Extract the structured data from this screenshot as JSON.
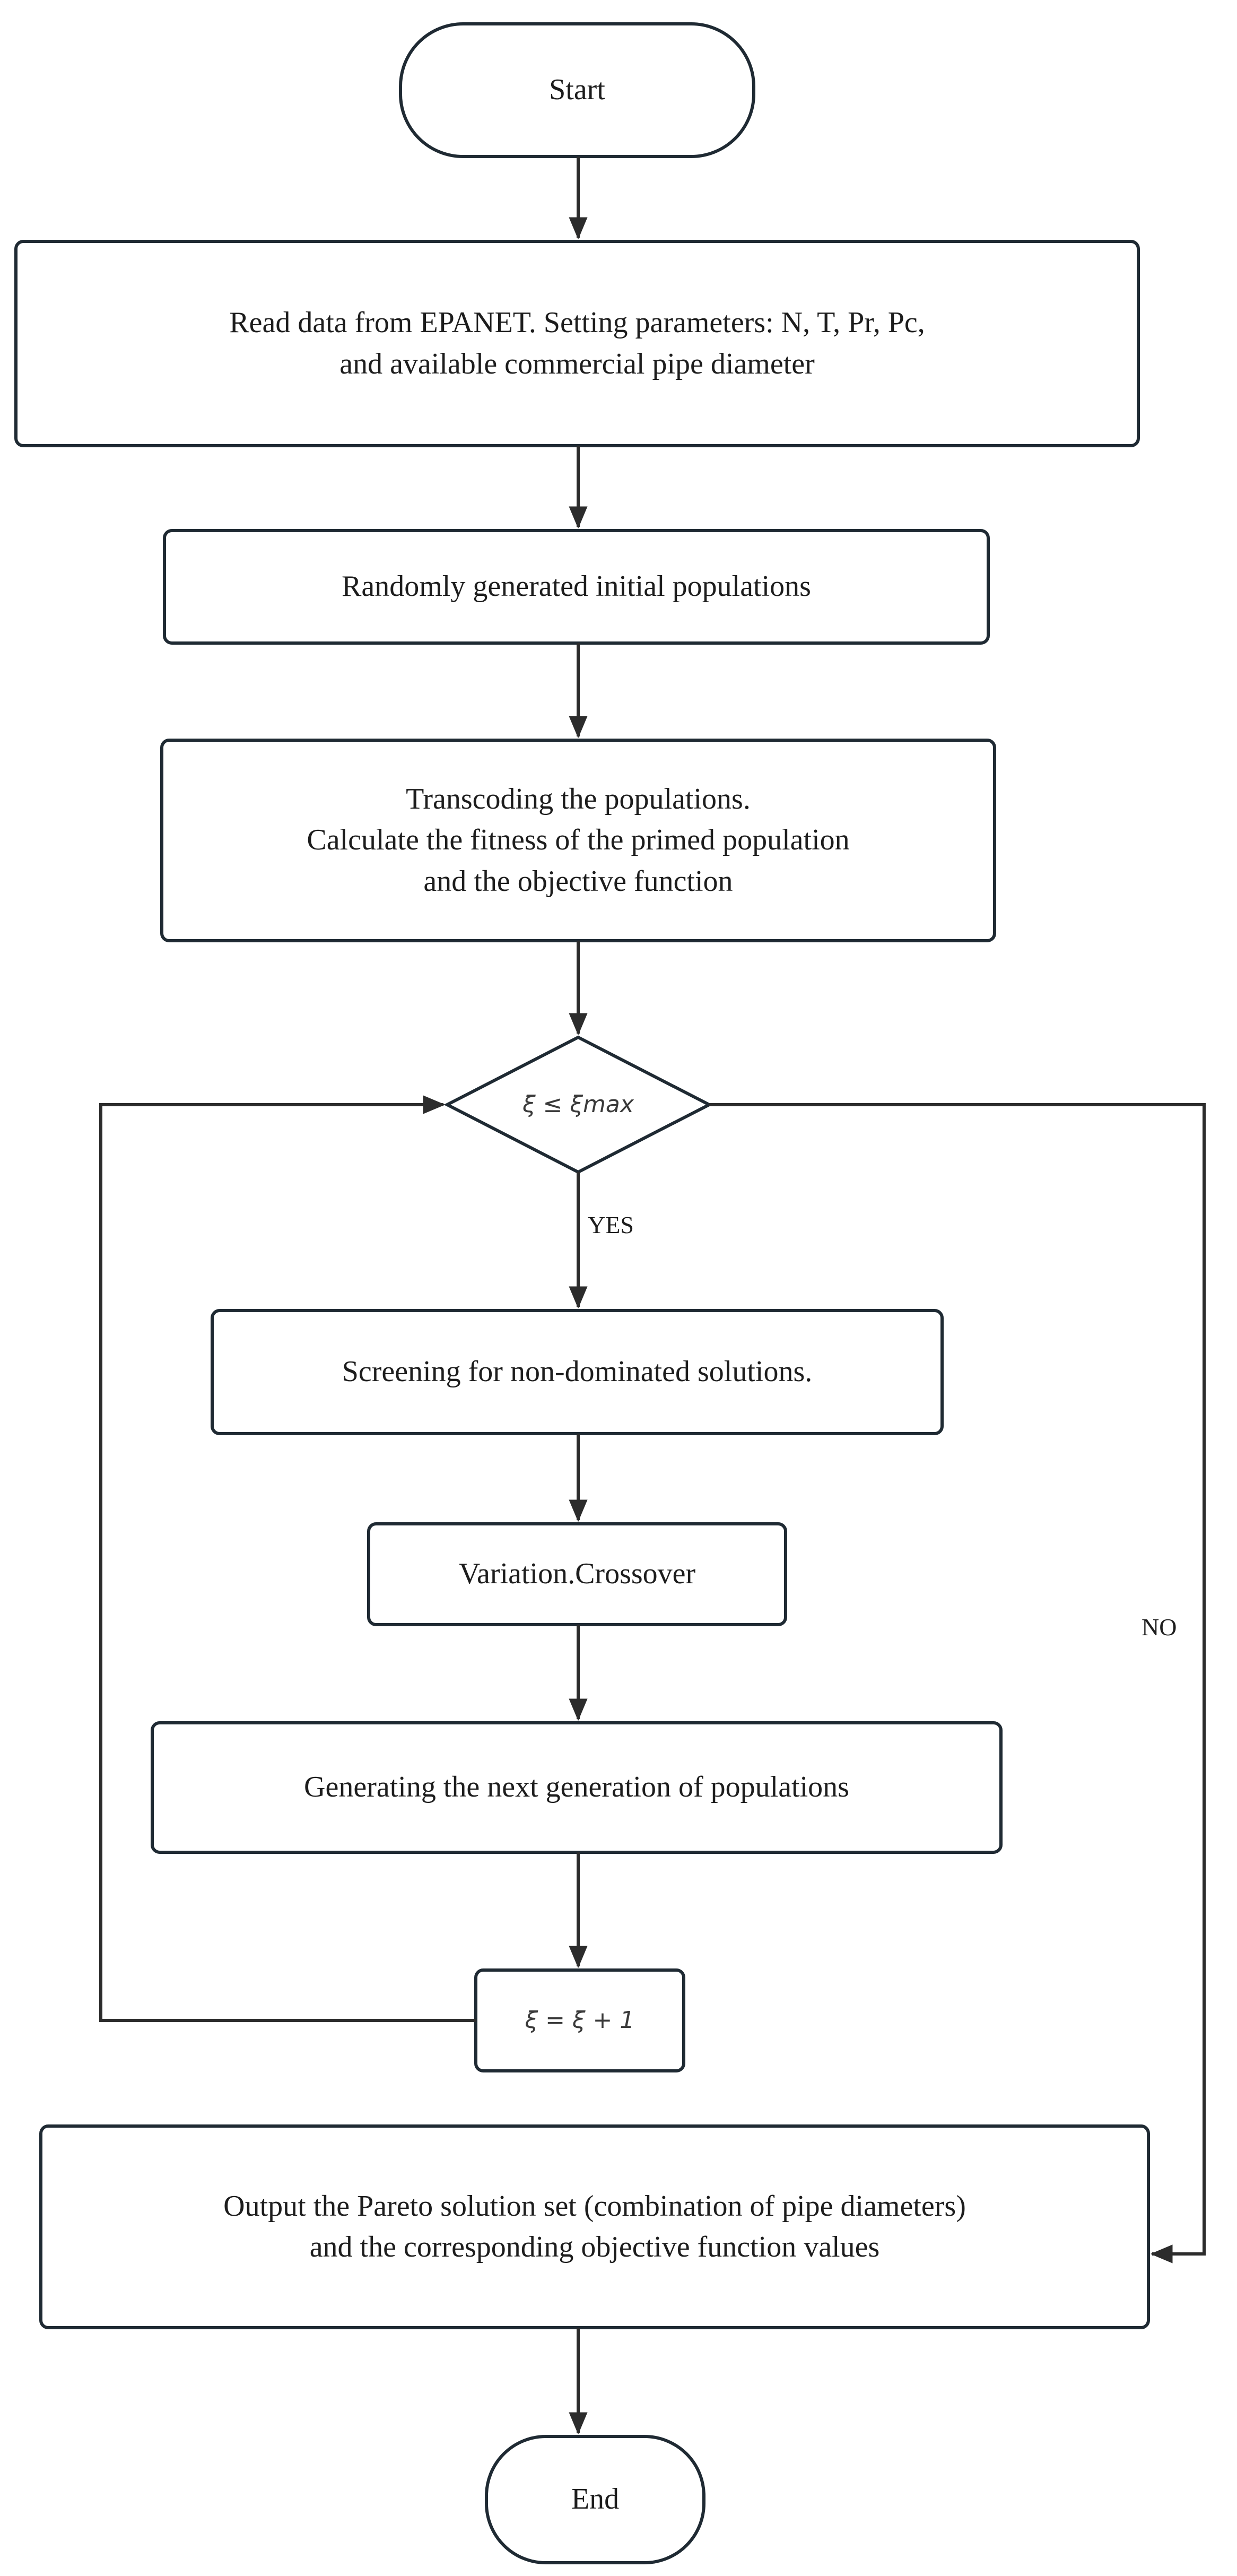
{
  "diagram": {
    "title": "Multi-objective genetic algorithm flowchart",
    "stroke_color": "#1f2a33",
    "background_color": "#ffffff",
    "text_color": "#1d1d1d"
  },
  "nodes": {
    "start": {
      "label": "Start",
      "shape": "terminator"
    },
    "read_data": {
      "label": "Read data from EPANET. Setting parameters: N,  T, Pr,  Pc,\nand available commercial pipe diameter",
      "shape": "process"
    },
    "init_population": {
      "label": "Randomly generated initial populations",
      "shape": "process"
    },
    "transcoding": {
      "label": "Transcoding the populations.\nCalculate the fitness of the primed population\nand the objective function",
      "shape": "process"
    },
    "decision": {
      "label": "ξ ≤ ξmax",
      "shape": "decision"
    },
    "screening": {
      "label": "Screening for non-dominated solutions.",
      "shape": "process"
    },
    "variation": {
      "label": "Variation.Crossover",
      "shape": "process"
    },
    "next_generation": {
      "label": "Generating the next generation of populations",
      "shape": "process"
    },
    "increment": {
      "label": "ξ = ξ + 1",
      "shape": "process"
    },
    "output": {
      "label": "Output the Pareto solution set (combination of pipe diameters)\nand the corresponding objective function values",
      "shape": "process"
    },
    "end": {
      "label": "End",
      "shape": "terminator"
    }
  },
  "edge_labels": {
    "yes": "YES",
    "no": "NO"
  }
}
